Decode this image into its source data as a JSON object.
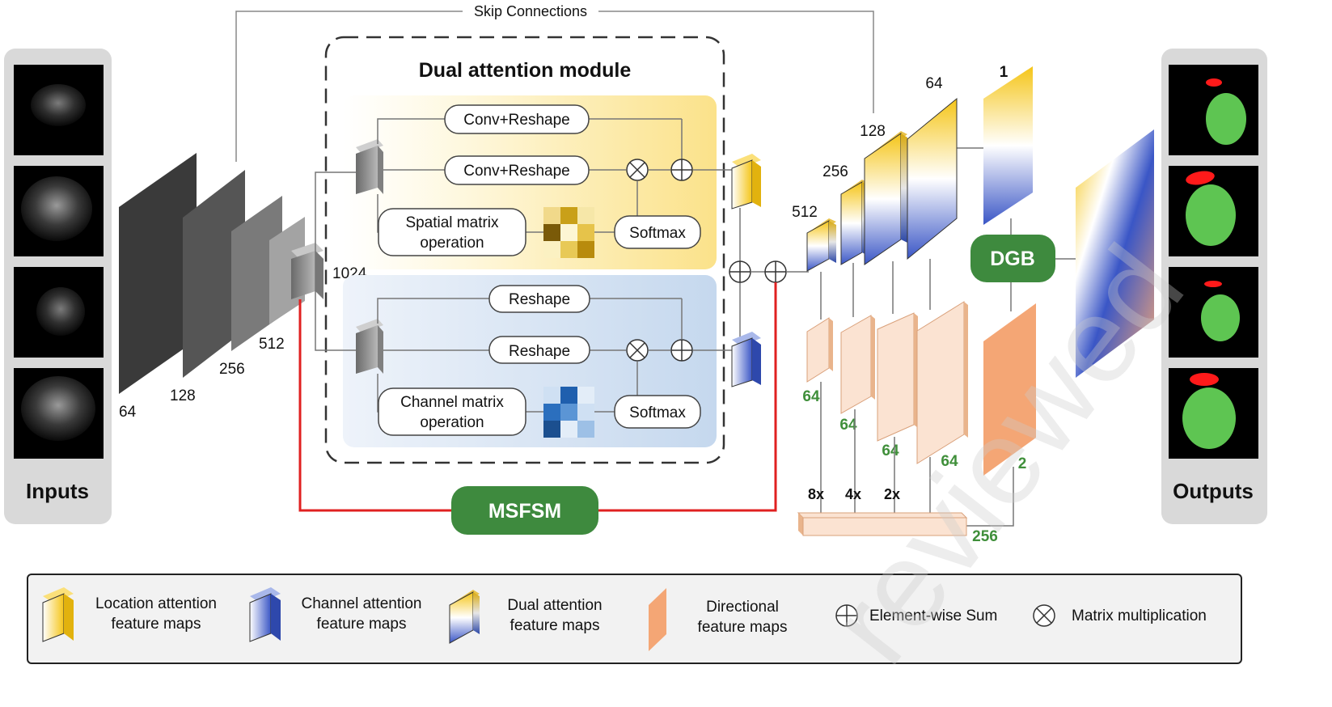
{
  "skip_connections_label": "Skip Connections",
  "module_title": "Dual attention module",
  "ops": {
    "conv_reshape_1": "Conv+Reshape",
    "conv_reshape_2": "Conv+Reshape",
    "spatial_line1": "Spatial matrix",
    "spatial_line2": "operation",
    "softmax_top": "Softmax",
    "reshape_1": "Reshape",
    "reshape_2": "Reshape",
    "channel_line1": "Channel matrix",
    "channel_line2": "operation",
    "softmax_bottom": "Softmax"
  },
  "encoder_labels": [
    "64",
    "128",
    "256",
    "512",
    "1024"
  ],
  "decoder_top_labels": [
    "512",
    "256",
    "128",
    "64",
    "1"
  ],
  "directional_labels": [
    "64",
    "64",
    "64",
    "64",
    "2"
  ],
  "scale_labels": [
    "8x",
    "4x",
    "2x"
  ],
  "fused_label": "256",
  "modules": {
    "msfsm": "MSFSM",
    "dgb": "DGB"
  },
  "panels": {
    "inputs": "Inputs",
    "outputs": "Outputs"
  },
  "legend": {
    "location_line1": "Location attention",
    "location_line2": "feature maps",
    "channel_line1": "Channel attention",
    "channel_line2": "feature maps",
    "dual_line1": "Dual attention",
    "dual_line2": "feature maps",
    "directional_line1": "Directional",
    "directional_line2": "feature maps",
    "sum": "Element-wise Sum",
    "mult": "Matrix multiplication"
  },
  "watermark": "reviewed",
  "colors": {
    "location_yellow": "#f5c518",
    "channel_blue": "#3a56c6",
    "directional_orange": "#f4a675",
    "module_green": "#3e8a3e",
    "skip_red": "#e02020",
    "label_green": "#3f8f3a"
  }
}
